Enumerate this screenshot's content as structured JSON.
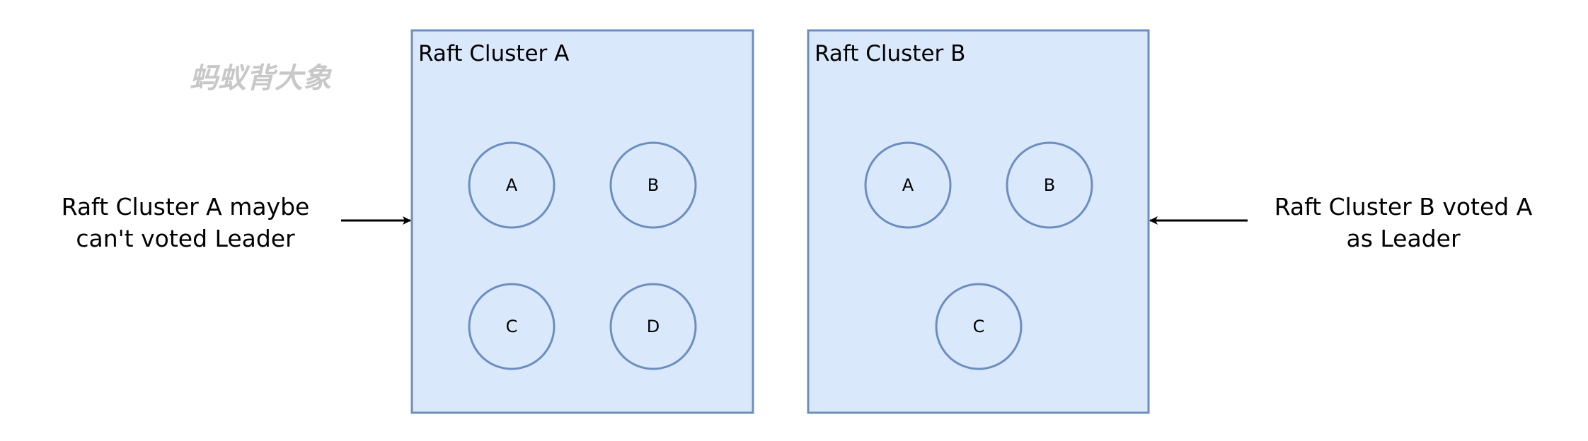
{
  "watermark": "蚂蚁背大象",
  "clusters": [
    {
      "title": "Raft Cluster A",
      "nodes": [
        "A",
        "B",
        "C",
        "D"
      ]
    },
    {
      "title": "Raft Cluster B",
      "nodes": [
        "A",
        "B",
        "C"
      ]
    }
  ],
  "annotations": {
    "left": {
      "line1": "Raft Cluster A maybe",
      "line2": "can't voted Leader"
    },
    "right": {
      "line1": "Raft Cluster B  voted A",
      "line2": "as Leader"
    }
  },
  "colors": {
    "cluster_fill": "#dae8fc",
    "cluster_stroke": "#6c8ebf",
    "arrow": "#000000",
    "watermark": "#c8c8c8"
  }
}
